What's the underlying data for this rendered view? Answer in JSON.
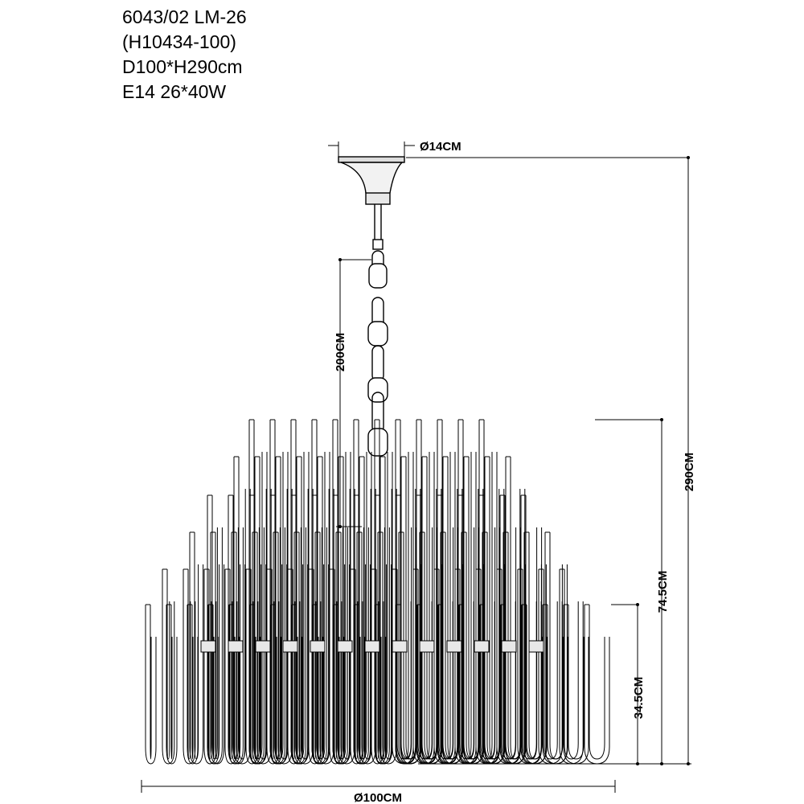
{
  "spec": {
    "model": "6043/02 LM-26",
    "code": "(H10434-100)",
    "size": "D100*H290cm",
    "bulbs": "E14 26*40W"
  },
  "dimensions": {
    "canopy_diameter": "Ø14CM",
    "chain_length": "200CM",
    "total_height": "290CM",
    "body_height": "74.5CM",
    "lower_height": "34.5CM",
    "diameter": "Ø100CM"
  },
  "colors": {
    "line": "#000000",
    "background": "#ffffff"
  }
}
